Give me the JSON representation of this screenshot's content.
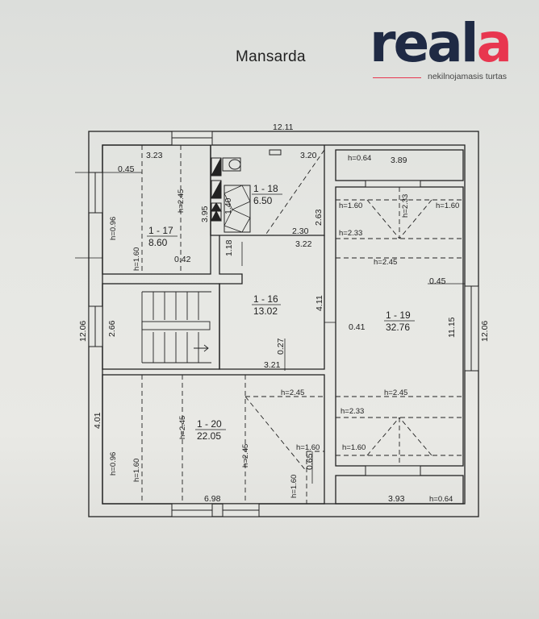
{
  "title": "Mansarda",
  "logo": {
    "main": "real",
    "accent": "a",
    "tagline": "nekilnojamasis turtas"
  },
  "rooms": [
    {
      "id": "1 - 17",
      "area": "8.60"
    },
    {
      "id": "1 - 18",
      "area": "6.50"
    },
    {
      "id": "1 - 16",
      "area": "13.02"
    },
    {
      "id": "1 - 19",
      "area": "32.76"
    },
    {
      "id": "1 - 20",
      "area": "22.05"
    }
  ],
  "dimensions": [
    "12.11",
    "3.23",
    "3.20",
    "3.89",
    "0.45",
    "3.95",
    "1.40",
    "2.30",
    "2.63",
    "3.22",
    "1.18",
    "0.42",
    "0.45",
    "12.06",
    "2.66",
    "4.11",
    "0.41",
    "11.15",
    "12.06",
    "0.27",
    "3.21",
    "4.01",
    "0.65",
    "6.98",
    "3.93"
  ],
  "heights": [
    "h=0.64",
    "h=2.45",
    "h=0.96",
    "h=1.60",
    "h=1.60",
    "h=2.33",
    "h=1.60",
    "h=2.33",
    "h=2.45",
    "h=2.45",
    "h=2.45",
    "h=2.33",
    "h=2.45",
    "h=0.96",
    "h=1.60",
    "h=2.45",
    "h=1.60",
    "h=1.60",
    "h=1.60",
    "h=0.64"
  ]
}
